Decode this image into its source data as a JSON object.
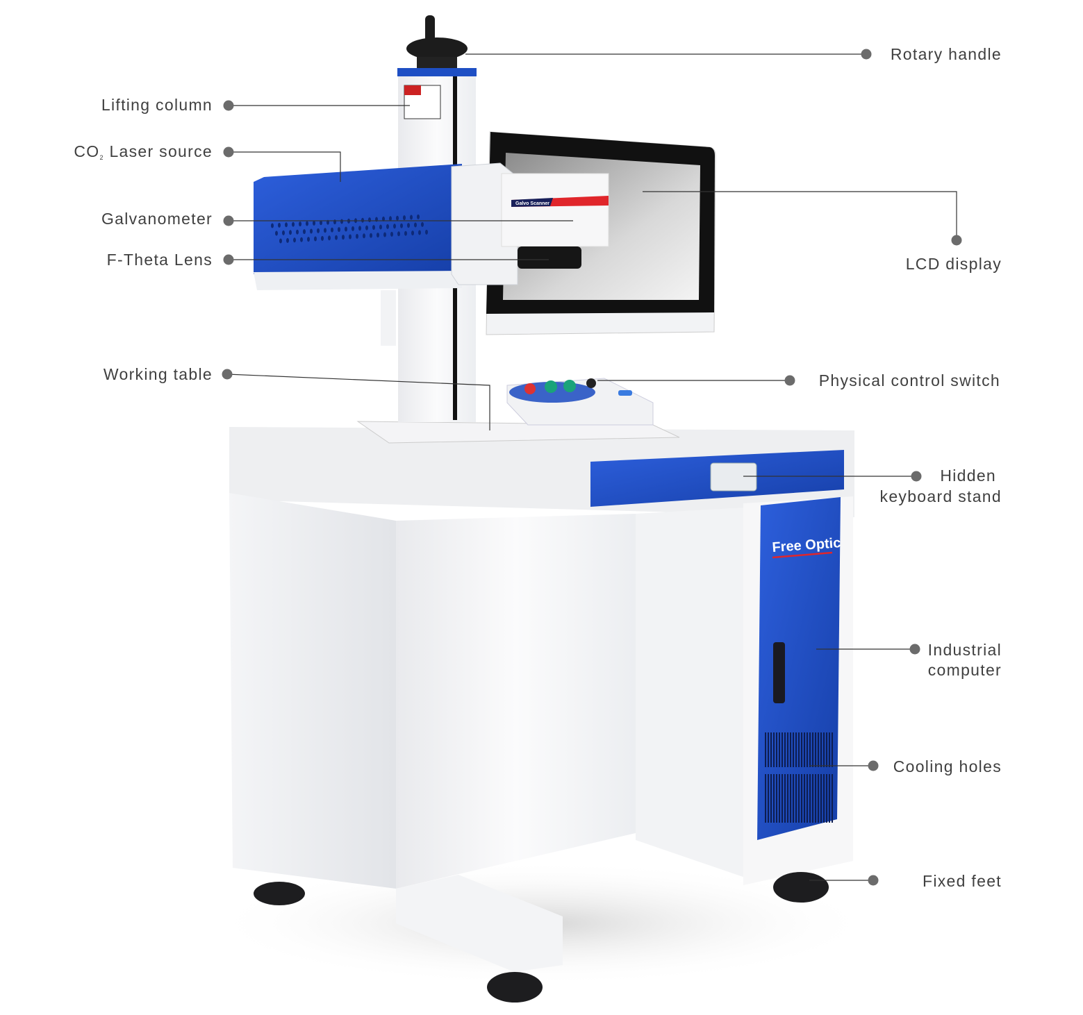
{
  "brand": {
    "logo_text": "Free Optic",
    "galvo_label": "Galvo Scanner"
  },
  "colors": {
    "accent_blue": "#1e4fc4",
    "label_text": "#3f3f3f",
    "leader_dot": "#6b6b6b",
    "logo_red": "#e0262b"
  },
  "labels": {
    "rotary_handle": "Rotary handle",
    "lifting_column": "Lifting column",
    "co2_prefix": "CO",
    "co2_sub": "2",
    "co2_rest": " Laser source",
    "galvanometer": "Galvanometer",
    "f_theta_lens": "F-Theta Lens",
    "working_table": "Working table",
    "lcd_display": "LCD display",
    "physical_control_switch": "Physical control switch",
    "hidden_keyboard_stand_line1": "Hidden",
    "hidden_keyboard_stand_line2": "keyboard stand",
    "industrial_computer_line1": "Industrial",
    "industrial_computer_line2": "computer",
    "cooling_holes": "Cooling holes",
    "fixed_feet": "Fixed feet"
  }
}
